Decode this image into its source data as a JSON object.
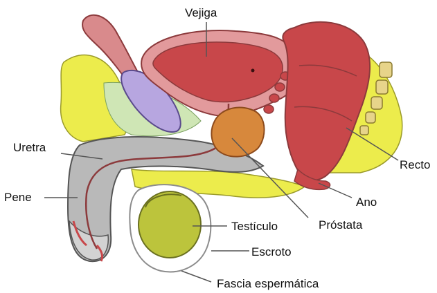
{
  "labels": {
    "vejiga": "Vejiga",
    "uretra": "Uretra",
    "pene": "Pene",
    "testiculo": "Testículo",
    "escroto": "Escroto",
    "fascia": "Fascia espermática",
    "prostata": "Próstata",
    "ano": "Ano",
    "recto": "Recto"
  },
  "colors": {
    "organ_red": "#c8474a",
    "organ_outline": "#8c3a3c",
    "fat_yellow": "#ecec4c",
    "penis_gray": "#b9b9b9",
    "prostate_orange": "#d7883c",
    "testis_olive": "#bcc43c",
    "pubic_bone_lilac": "#b7a6e0",
    "connective_green": "#cfe6b5",
    "leader_line": "#555555"
  }
}
